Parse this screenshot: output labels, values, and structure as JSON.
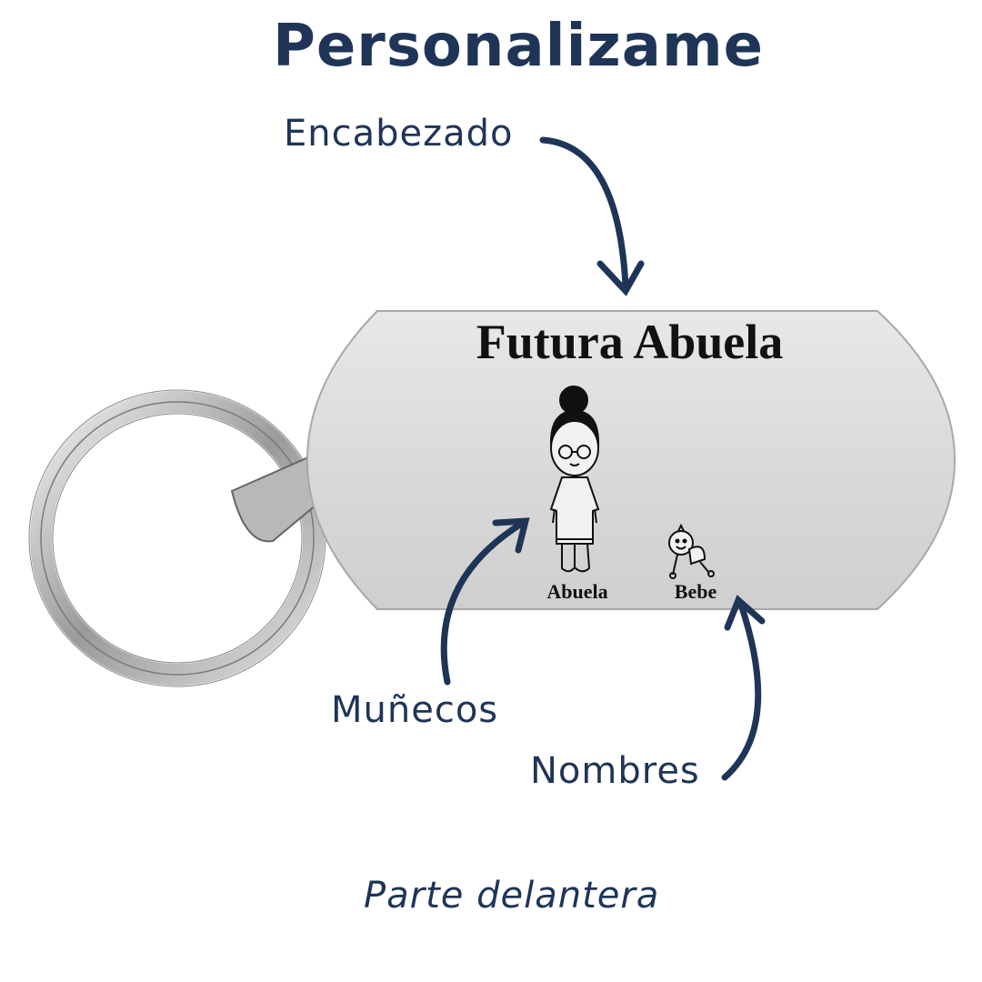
{
  "header": {
    "title": "Personalizame"
  },
  "annotations": {
    "heading": "Encabezado",
    "figures": "Muñecos",
    "names": "Nombres"
  },
  "tag": {
    "title": "Futura Abuela",
    "figures": [
      {
        "name": "Abuela",
        "icon": "grandmother-figure-icon"
      },
      {
        "name": "Bebe",
        "icon": "crawling-baby-icon"
      }
    ]
  },
  "footer": {
    "caption": "Parte delantera"
  },
  "colors": {
    "accent": "#1f3557",
    "metal": "#dcdcdc",
    "engraving": "#111111"
  }
}
